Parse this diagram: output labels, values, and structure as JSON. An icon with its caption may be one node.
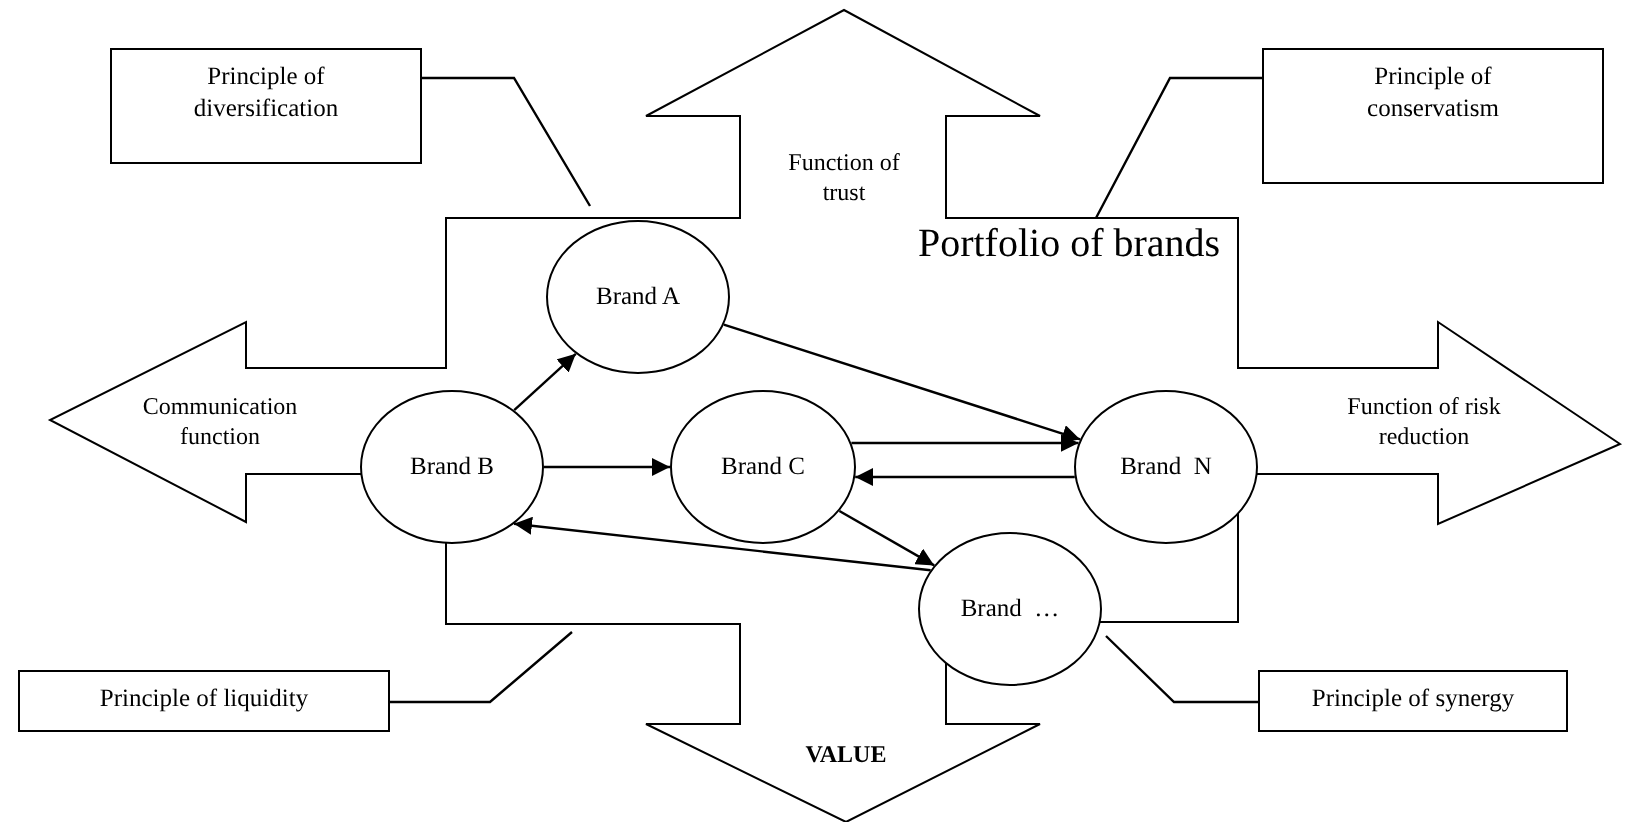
{
  "diagram": {
    "nodes": [
      {
        "text": [
          "Function of trust",
          "Portfolio of brands",
          "Communication function",
          "Function of risk reduction",
          "VALUE"
        ]
      },
      {
        "text": [
          "Principle of diversification"
        ]
      },
      {
        "text": [
          "Principle of conservatism"
        ]
      },
      {
        "text": [
          "Brand A"
        ],
        "in": 0
      },
      {
        "text": [
          "Brand B"
        ],
        "in": 0
      },
      {
        "text": [
          "Brand C"
        ],
        "in": 0
      },
      {
        "text": [
          "Brand  N"
        ],
        "in": 0
      },
      {
        "text": [
          "Brand  …"
        ],
        "in": 0
      },
      {
        "text": [
          "Principle of liquidity"
        ]
      },
      {
        "text": [
          "Principle of synergy"
        ]
      }
    ],
    "edges": [
      {
        "from": 1,
        "to": 0,
        "arrow": "none"
      },
      {
        "from": 2,
        "to": 0,
        "arrow": "none"
      },
      {
        "from": 4,
        "to": 3,
        "arrow": "to"
      },
      {
        "from": 3,
        "to": 6,
        "arrow": "to"
      },
      {
        "from": 4,
        "to": 5,
        "arrow": "to"
      },
      {
        "from": 5,
        "to": 6,
        "arrow": "to"
      },
      {
        "from": 6,
        "to": 5,
        "arrow": "to"
      },
      {
        "from": 5,
        "to": 7,
        "arrow": "to"
      },
      {
        "from": 7,
        "to": 4,
        "arrow": "to"
      },
      {
        "from": 8,
        "to": 0,
        "arrow": "none"
      },
      {
        "from": 9,
        "to": 7,
        "arrow": "none"
      }
    ]
  }
}
